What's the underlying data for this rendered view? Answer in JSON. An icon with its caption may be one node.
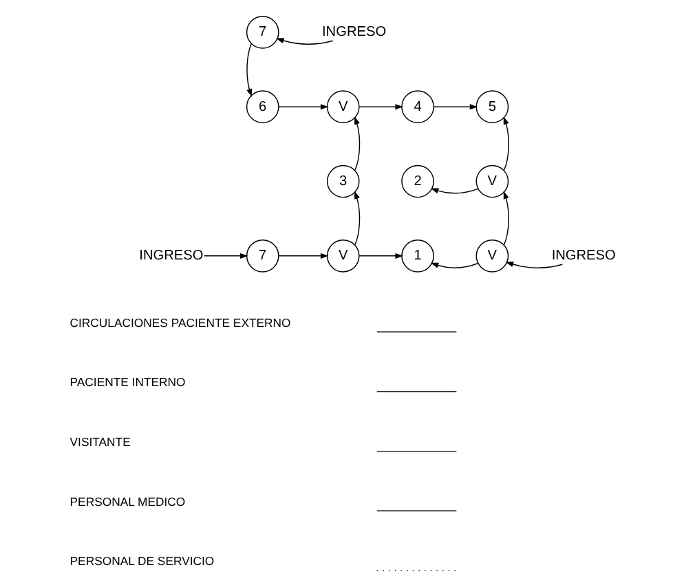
{
  "diagram": {
    "nodes": [
      {
        "text": [
          "7"
        ]
      },
      {
        "text": [
          "INGRESO"
        ]
      },
      {
        "text": [
          "6"
        ]
      },
      {
        "text": [
          "V"
        ]
      },
      {
        "text": [
          "4"
        ]
      },
      {
        "text": [
          "5"
        ]
      },
      {
        "text": [
          "3"
        ]
      },
      {
        "text": [
          "2"
        ]
      },
      {
        "text": [
          "V"
        ]
      },
      {
        "text": [
          "INGRESO"
        ]
      },
      {
        "text": [
          "7"
        ]
      },
      {
        "text": [
          "V"
        ]
      },
      {
        "text": [
          "1"
        ]
      },
      {
        "text": [
          "V"
        ]
      },
      {
        "text": [
          "INGRESO"
        ]
      }
    ],
    "edges": [
      {
        "from": 1,
        "to": 0,
        "arrow": "to"
      },
      {
        "from": 0,
        "to": 2,
        "arrow": "to"
      },
      {
        "from": 2,
        "to": 3,
        "arrow": "to"
      },
      {
        "from": 3,
        "to": 4,
        "arrow": "to"
      },
      {
        "from": 4,
        "to": 5,
        "arrow": "to"
      },
      {
        "from": 6,
        "to": 3,
        "arrow": "to"
      },
      {
        "from": 8,
        "to": 5,
        "arrow": "to"
      },
      {
        "from": 8,
        "to": 7,
        "arrow": "to"
      },
      {
        "from": 9,
        "to": 10,
        "arrow": "to"
      },
      {
        "from": 10,
        "to": 11,
        "arrow": "to"
      },
      {
        "from": 11,
        "to": 6,
        "arrow": "to"
      },
      {
        "from": 11,
        "to": 12,
        "arrow": "to"
      },
      {
        "from": 13,
        "to": 12,
        "arrow": "to"
      },
      {
        "from": 13,
        "to": 8,
        "arrow": "to"
      },
      {
        "from": 14,
        "to": 13,
        "arrow": "to"
      }
    ],
    "legend": [
      {
        "text": "CIRCULACIONES PACIENTE EXTERNO"
      },
      {
        "text": "PACIENTE INTERNO"
      },
      {
        "text": "VISITANTE"
      },
      {
        "text": "PERSONAL MEDICO"
      },
      {
        "text": "PERSONAL DE SERVICIO"
      }
    ]
  }
}
